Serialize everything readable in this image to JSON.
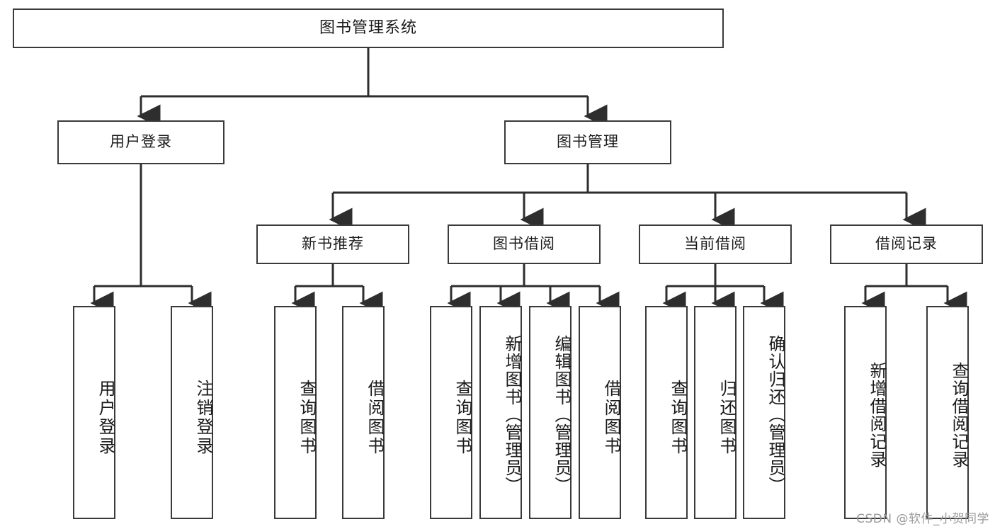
{
  "diagram": {
    "type": "tree",
    "title": "图书管理系统",
    "root": {
      "label": "图书管理系统"
    },
    "level2": [
      {
        "label": "用户登录"
      },
      {
        "label": "图书管理"
      }
    ],
    "level3": [
      {
        "label": "新书推荐"
      },
      {
        "label": "图书借阅"
      },
      {
        "label": "当前借阅"
      },
      {
        "label": "借阅记录"
      }
    ],
    "leaves": {
      "user_login": [
        {
          "label": "用户登录"
        },
        {
          "label": "注销登录"
        }
      ],
      "new_book_recommend": [
        {
          "label": "查询图书"
        },
        {
          "label": "借阅图书"
        }
      ],
      "book_borrow": [
        {
          "label": "查询图书"
        },
        {
          "label": "新增图书（管理员）"
        },
        {
          "label": "编辑图书（管理员）"
        },
        {
          "label": "借阅图书"
        }
      ],
      "current_borrow": [
        {
          "label": "查询图书"
        },
        {
          "label": "归还图书"
        },
        {
          "label": "确认归还（管理员）"
        }
      ],
      "borrow_record": [
        {
          "label": "新增借阅记录"
        },
        {
          "label": "查询借阅记录"
        }
      ]
    }
  },
  "watermark": {
    "text": "CSDN @软件_小贺同学"
  },
  "colors": {
    "border": "#3a3a3a",
    "text": "#1b1b1b",
    "background": "#ffffff",
    "watermark": "#9a9a9a"
  }
}
